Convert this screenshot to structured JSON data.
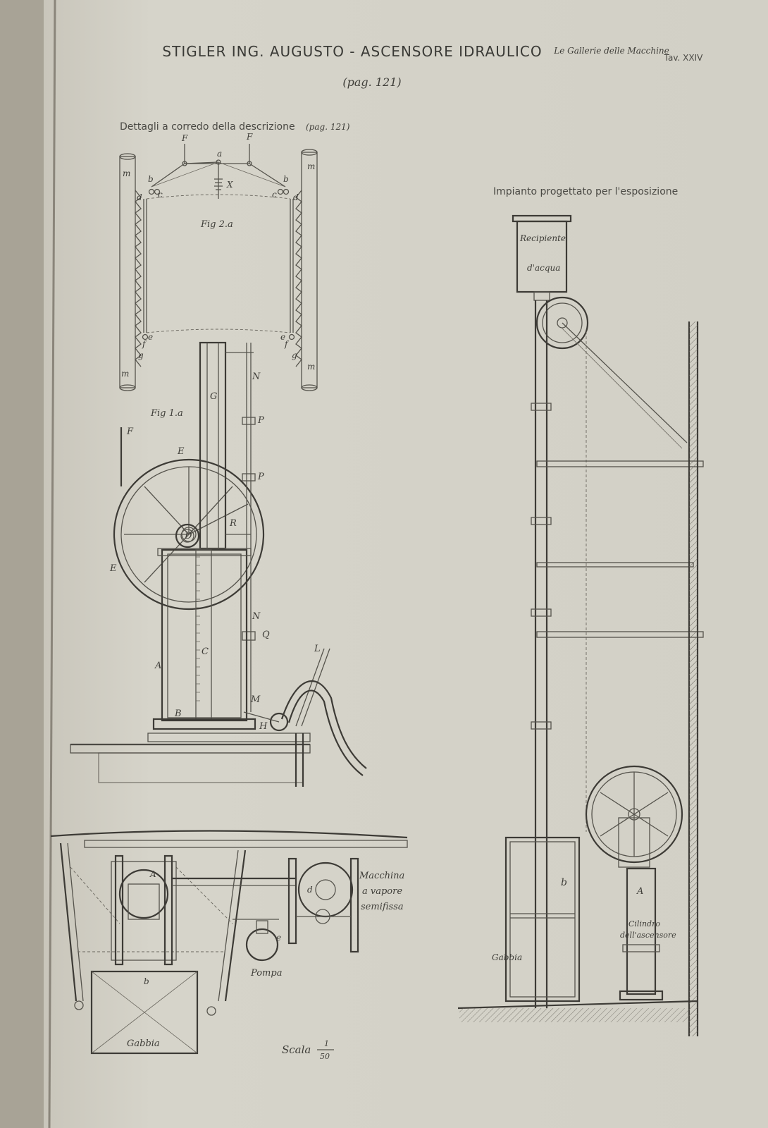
{
  "header": {
    "title": "STIGLER ING. AUGUSTO  -  ASCENSORE IDRAULICO",
    "page_ref": "(pag. 121)",
    "series": "Le Gallerie delle Macchine",
    "plate": "Tav. XXIV"
  },
  "left_panel": {
    "subtitle": "Dettagli a corredo della descrizione",
    "subtitle_ref": "(pag. 121)",
    "fig2_label": "Fig 2.a",
    "fig1_label": "Fig 1.a",
    "fig2_letters": [
      "F",
      "F",
      "a",
      "X",
      "b",
      "b",
      "c",
      "c",
      "d",
      "d",
      "m",
      "m",
      "m",
      "m",
      "e",
      "e",
      "f",
      "f",
      "g",
      "g"
    ],
    "fig1_letters": [
      "F",
      "E",
      "E",
      "D",
      "G",
      "N",
      "P",
      "P",
      "R",
      "N",
      "Q",
      "A",
      "C",
      "B",
      "H",
      "M",
      "L"
    ]
  },
  "plan": {
    "macchina": [
      "Macchina",
      "a vapore",
      "semifissa"
    ],
    "pompa": "Pompa",
    "gabbia": "Gabbia",
    "letters": [
      "A",
      "b",
      "d",
      "e"
    ],
    "scale_label": "Scala",
    "scale_num": "1",
    "scale_den": "50"
  },
  "right_panel": {
    "title": "Impianto progettato per l'esposizione",
    "tank": [
      "Recipiente",
      "d'acqua"
    ],
    "cage_letter": "b",
    "cage_label": "Gabbia",
    "cylinder_letter": "A",
    "cylinder_label": [
      "Cilindro",
      "dell'ascensore"
    ]
  }
}
